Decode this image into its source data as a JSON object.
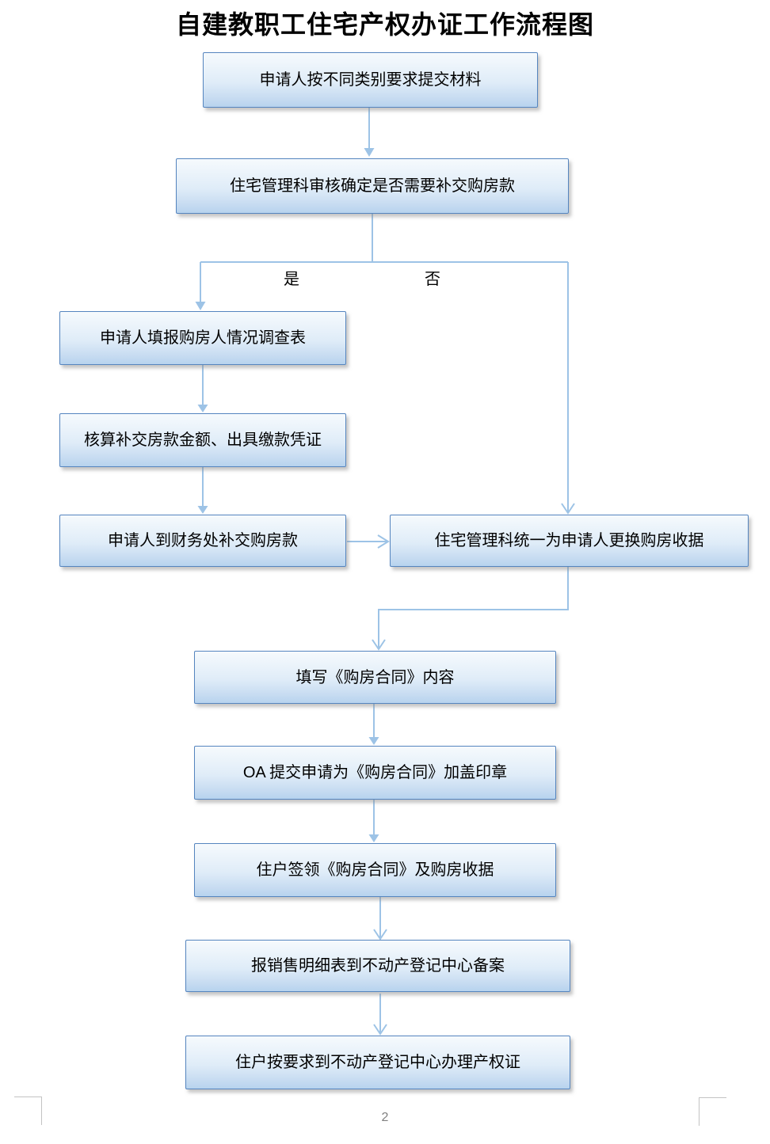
{
  "document": {
    "title": "自建教职工住宅产权办证工作流程图",
    "page_number": "2"
  },
  "flowchart": {
    "branch_labels": {
      "yes": "是",
      "no": "否"
    },
    "nodes": [
      {
        "id": "submit-materials",
        "label": "申请人按不同类别要求提交材料"
      },
      {
        "id": "review-payment",
        "label": "住宅管理科审核确定是否需要补交购房款"
      },
      {
        "id": "fill-survey",
        "label": "申请人填报购房人情况调查表"
      },
      {
        "id": "calculate-amount",
        "label": "核算补交房款金额、出具缴款凭证"
      },
      {
        "id": "pay-finance",
        "label": "申请人到财务处补交购房款"
      },
      {
        "id": "exchange-receipt",
        "label": "住宅管理科统一为申请人更换购房收据"
      },
      {
        "id": "fill-contract",
        "label": "填写《购房合同》内容"
      },
      {
        "id": "oa-seal",
        "label": "OA 提交申请为《购房合同》加盖印章"
      },
      {
        "id": "sign-contract",
        "label": "住户签领《购房合同》及购房收据"
      },
      {
        "id": "filing-record",
        "label": "报销售明细表到不动产登记中心备案"
      },
      {
        "id": "get-certificate",
        "label": "住户按要求到不动产登记中心办理产权证"
      }
    ]
  },
  "colors": {
    "node_border": "#5585bf",
    "node_fill_top": "#f6fafd",
    "node_fill_bottom": "#b7d3ee",
    "connector": "#9dc3e6",
    "page_number": "#808080",
    "corner_mark": "#c3c3c3"
  }
}
